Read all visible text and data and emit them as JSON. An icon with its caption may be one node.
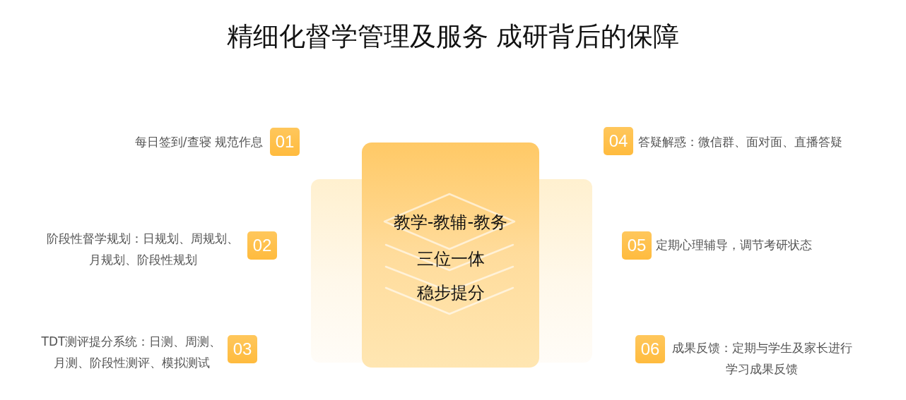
{
  "diagram": {
    "title": "精细化督学管理及服务 成研背后的保障",
    "nodes": [
      {
        "text": [
          "01"
        ],
        "beside": [
          "每日签到/查寝 规范作息"
        ]
      },
      {
        "text": [
          "02"
        ],
        "beside": [
          "阶段性督学规划：日规划、周规划、月规划、阶段性规划"
        ]
      },
      {
        "text": [
          "03"
        ],
        "beside": [
          "TDT测评提分系统：日测、周测、月测、阶段性测评、模拟测试"
        ]
      },
      {
        "text": [
          "教学-教辅-教务",
          "三位一体",
          "稳步提分"
        ]
      },
      {
        "text": [
          "04"
        ],
        "beside": [
          "答疑解惑：微信群、面对面、直播答疑"
        ]
      },
      {
        "text": [
          "05"
        ],
        "beside": [
          "定期心理辅导，调节考研状态"
        ]
      },
      {
        "text": [
          "06"
        ],
        "beside": [
          "成果反馈：定期与学生及家长进行学习成果反馈"
        ]
      }
    ]
  }
}
